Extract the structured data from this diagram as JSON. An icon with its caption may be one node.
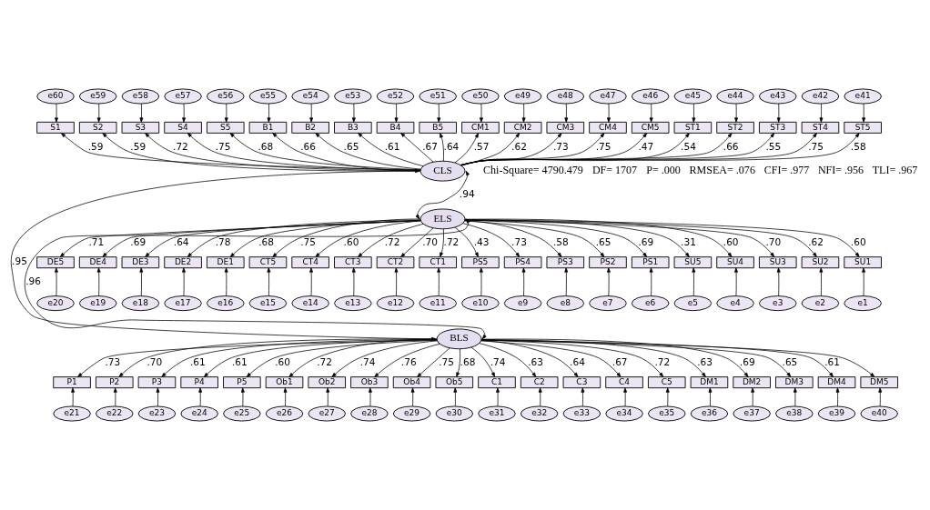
{
  "diagram": {
    "nodes": [
      {
        "text": [
          "CLS"
        ]
      },
      {
        "text": [
          "BLS"
        ]
      },
      {
        "text": [
          "ELS"
        ]
      },
      {
        "text": [
          "S1"
        ]
      },
      {
        "text": [
          "S2"
        ]
      },
      {
        "text": [
          "S3"
        ]
      },
      {
        "text": [
          "S4"
        ]
      },
      {
        "text": [
          "S5"
        ]
      },
      {
        "text": [
          "B1"
        ]
      },
      {
        "text": [
          "B2"
        ]
      },
      {
        "text": [
          "B3"
        ]
      },
      {
        "text": [
          "B4"
        ]
      },
      {
        "text": [
          "B5"
        ]
      },
      {
        "text": [
          "CM1"
        ]
      },
      {
        "text": [
          "CM2"
        ]
      },
      {
        "text": [
          "CM3"
        ]
      },
      {
        "text": [
          "CM4"
        ]
      },
      {
        "text": [
          "CM5"
        ]
      },
      {
        "text": [
          "ST1"
        ]
      },
      {
        "text": [
          "ST2"
        ]
      },
      {
        "text": [
          "ST3"
        ]
      },
      {
        "text": [
          "ST4"
        ]
      },
      {
        "text": [
          "ST5"
        ]
      },
      {
        "text": [
          "e60"
        ]
      },
      {
        "text": [
          "e59"
        ]
      },
      {
        "text": [
          "e58"
        ]
      },
      {
        "text": [
          "e57"
        ]
      },
      {
        "text": [
          "e56"
        ]
      },
      {
        "text": [
          "e55"
        ]
      },
      {
        "text": [
          "e54"
        ]
      },
      {
        "text": [
          "e53"
        ]
      },
      {
        "text": [
          "e52"
        ]
      },
      {
        "text": [
          "e51"
        ]
      },
      {
        "text": [
          "e50"
        ]
      },
      {
        "text": [
          "e49"
        ]
      },
      {
        "text": [
          "e48"
        ]
      },
      {
        "text": [
          "e47"
        ]
      },
      {
        "text": [
          "e46"
        ]
      },
      {
        "text": [
          "e45"
        ]
      },
      {
        "text": [
          "e44"
        ]
      },
      {
        "text": [
          "e43"
        ]
      },
      {
        "text": [
          "e42"
        ]
      },
      {
        "text": [
          "e41"
        ]
      },
      {
        "text": [
          "P1"
        ]
      },
      {
        "text": [
          "P2"
        ]
      },
      {
        "text": [
          "P3"
        ]
      },
      {
        "text": [
          "P4"
        ]
      },
      {
        "text": [
          "P5"
        ]
      },
      {
        "text": [
          "Ob1"
        ]
      },
      {
        "text": [
          "Ob2"
        ]
      },
      {
        "text": [
          "Ob3"
        ]
      },
      {
        "text": [
          "Ob4"
        ]
      },
      {
        "text": [
          "Ob5"
        ]
      },
      {
        "text": [
          "C1"
        ]
      },
      {
        "text": [
          "C2"
        ]
      },
      {
        "text": [
          "C3"
        ]
      },
      {
        "text": [
          "C4"
        ]
      },
      {
        "text": [
          "C5"
        ]
      },
      {
        "text": [
          "DM1"
        ]
      },
      {
        "text": [
          "DM2"
        ]
      },
      {
        "text": [
          "DM3"
        ]
      },
      {
        "text": [
          "DM4"
        ]
      },
      {
        "text": [
          "DM5"
        ]
      },
      {
        "text": [
          "e21"
        ]
      },
      {
        "text": [
          "e22"
        ]
      },
      {
        "text": [
          "e23"
        ]
      },
      {
        "text": [
          "e24"
        ]
      },
      {
        "text": [
          "e25"
        ]
      },
      {
        "text": [
          "e26"
        ]
      },
      {
        "text": [
          "e27"
        ]
      },
      {
        "text": [
          "e28"
        ]
      },
      {
        "text": [
          "e29"
        ]
      },
      {
        "text": [
          "e30"
        ]
      },
      {
        "text": [
          "e31"
        ]
      },
      {
        "text": [
          "e32"
        ]
      },
      {
        "text": [
          "e33"
        ]
      },
      {
        "text": [
          "e34"
        ]
      },
      {
        "text": [
          "e35"
        ]
      },
      {
        "text": [
          "e36"
        ]
      },
      {
        "text": [
          "e37"
        ]
      },
      {
        "text": [
          "e38"
        ]
      },
      {
        "text": [
          "e39"
        ]
      },
      {
        "text": [
          "e40"
        ]
      },
      {
        "text": [
          "DE5"
        ]
      },
      {
        "text": [
          "DE4"
        ]
      },
      {
        "text": [
          "DE3"
        ]
      },
      {
        "text": [
          "DE2"
        ]
      },
      {
        "text": [
          "DE1"
        ]
      },
      {
        "text": [
          "CT5"
        ]
      },
      {
        "text": [
          "CT4"
        ]
      },
      {
        "text": [
          "CT3"
        ]
      },
      {
        "text": [
          "CT2"
        ]
      },
      {
        "text": [
          "CT1"
        ]
      },
      {
        "text": [
          "PS5"
        ]
      },
      {
        "text": [
          "PS4"
        ]
      },
      {
        "text": [
          "PS3"
        ]
      },
      {
        "text": [
          "PS2"
        ]
      },
      {
        "text": [
          "PS1"
        ]
      },
      {
        "text": [
          "SU5"
        ]
      },
      {
        "text": [
          "SU4"
        ]
      },
      {
        "text": [
          "SU3"
        ]
      },
      {
        "text": [
          "SU2"
        ]
      },
      {
        "text": [
          "SU1"
        ]
      },
      {
        "text": [
          "e20"
        ]
      },
      {
        "text": [
          "e19"
        ]
      },
      {
        "text": [
          "e18"
        ]
      },
      {
        "text": [
          "e17"
        ]
      },
      {
        "text": [
          "e16"
        ]
      },
      {
        "text": [
          "e15"
        ]
      },
      {
        "text": [
          "e14"
        ]
      },
      {
        "text": [
          "e13"
        ]
      },
      {
        "text": [
          "e12"
        ]
      },
      {
        "text": [
          "e11"
        ]
      },
      {
        "text": [
          "e10"
        ]
      },
      {
        "text": [
          "e9"
        ]
      },
      {
        "text": [
          "e8"
        ]
      },
      {
        "text": [
          "e7"
        ]
      },
      {
        "text": [
          "e6"
        ]
      },
      {
        "text": [
          "e5"
        ]
      },
      {
        "text": [
          "e4"
        ]
      },
      {
        "text": [
          "e3"
        ]
      },
      {
        "text": [
          "e2"
        ]
      },
      {
        "text": [
          "e1"
        ]
      }
    ],
    "edges": [
      {
        "from": 0,
        "to": 1,
        "arrow": "both",
        "label": ".95"
      },
      {
        "from": 0,
        "to": 2,
        "arrow": "both",
        "label": ".94"
      },
      {
        "from": 2,
        "to": 1,
        "arrow": "both",
        "label": ".96"
      },
      {
        "from": 0,
        "to": 3,
        "arrow": "to",
        "label": ".59"
      },
      {
        "from": 0,
        "to": 4,
        "arrow": "to",
        "label": ".59"
      },
      {
        "from": 0,
        "to": 5,
        "arrow": "to",
        "label": ".72"
      },
      {
        "from": 0,
        "to": 6,
        "arrow": "to",
        "label": ".75"
      },
      {
        "from": 0,
        "to": 7,
        "arrow": "to",
        "label": ".68"
      },
      {
        "from": 0,
        "to": 8,
        "arrow": "to",
        "label": ".66"
      },
      {
        "from": 0,
        "to": 9,
        "arrow": "to",
        "label": ".65"
      },
      {
        "from": 0,
        "to": 10,
        "arrow": "to",
        "label": ".61"
      },
      {
        "from": 0,
        "to": 11,
        "arrow": "to",
        "label": ".67"
      },
      {
        "from": 0,
        "to": 12,
        "arrow": "to",
        "label": ".64"
      },
      {
        "from": 0,
        "to": 13,
        "arrow": "to",
        "label": ".57"
      },
      {
        "from": 0,
        "to": 14,
        "arrow": "to",
        "label": ".62"
      },
      {
        "from": 0,
        "to": 15,
        "arrow": "to",
        "label": ".73"
      },
      {
        "from": 0,
        "to": 16,
        "arrow": "to",
        "label": ".75"
      },
      {
        "from": 0,
        "to": 17,
        "arrow": "to",
        "label": ".47"
      },
      {
        "from": 0,
        "to": 18,
        "arrow": "to",
        "label": ".54"
      },
      {
        "from": 0,
        "to": 19,
        "arrow": "to",
        "label": ".66"
      },
      {
        "from": 0,
        "to": 20,
        "arrow": "to",
        "label": ".55"
      },
      {
        "from": 0,
        "to": 21,
        "arrow": "to",
        "label": ".75"
      },
      {
        "from": 0,
        "to": 22,
        "arrow": "to",
        "label": ".58"
      },
      {
        "from": 1,
        "to": 43,
        "arrow": "to",
        "label": ".73"
      },
      {
        "from": 1,
        "to": 44,
        "arrow": "to",
        "label": ".70"
      },
      {
        "from": 1,
        "to": 45,
        "arrow": "to",
        "label": ".61"
      },
      {
        "from": 1,
        "to": 46,
        "arrow": "to",
        "label": ".61"
      },
      {
        "from": 1,
        "to": 47,
        "arrow": "to",
        "label": ".60"
      },
      {
        "from": 1,
        "to": 48,
        "arrow": "to",
        "label": ".72"
      },
      {
        "from": 1,
        "to": 49,
        "arrow": "to",
        "label": ".74"
      },
      {
        "from": 1,
        "to": 50,
        "arrow": "to",
        "label": ".76"
      },
      {
        "from": 1,
        "to": 51,
        "arrow": "to",
        "label": ".75"
      },
      {
        "from": 1,
        "to": 52,
        "arrow": "to",
        "label": ".68"
      },
      {
        "from": 1,
        "to": 53,
        "arrow": "to",
        "label": ".74"
      },
      {
        "from": 1,
        "to": 54,
        "arrow": "to",
        "label": ".63"
      },
      {
        "from": 1,
        "to": 55,
        "arrow": "to",
        "label": ".64"
      },
      {
        "from": 1,
        "to": 56,
        "arrow": "to",
        "label": ".67"
      },
      {
        "from": 1,
        "to": 57,
        "arrow": "to",
        "label": ".72"
      },
      {
        "from": 1,
        "to": 58,
        "arrow": "to",
        "label": ".63"
      },
      {
        "from": 1,
        "to": 59,
        "arrow": "to",
        "label": ".69"
      },
      {
        "from": 1,
        "to": 60,
        "arrow": "to",
        "label": ".65"
      },
      {
        "from": 1,
        "to": 61,
        "arrow": "to",
        "label": ".61"
      },
      {
        "from": 1,
        "to": 62,
        "arrow": "to"
      },
      {
        "from": 2,
        "to": 83,
        "arrow": "to",
        "label": ".71"
      },
      {
        "from": 2,
        "to": 84,
        "arrow": "to",
        "label": ".69"
      },
      {
        "from": 2,
        "to": 85,
        "arrow": "to",
        "label": ".64"
      },
      {
        "from": 2,
        "to": 86,
        "arrow": "to",
        "label": ".78"
      },
      {
        "from": 2,
        "to": 87,
        "arrow": "to",
        "label": ".68"
      },
      {
        "from": 2,
        "to": 88,
        "arrow": "to",
        "label": ".75"
      },
      {
        "from": 2,
        "to": 89,
        "arrow": "to",
        "label": ".60"
      },
      {
        "from": 2,
        "to": 90,
        "arrow": "to",
        "label": ".72"
      },
      {
        "from": 2,
        "to": 91,
        "arrow": "to",
        "label": ".70"
      },
      {
        "from": 2,
        "to": 92,
        "arrow": "to",
        "label": ".72"
      },
      {
        "from": 2,
        "to": 93,
        "arrow": "to",
        "label": ".43"
      },
      {
        "from": 2,
        "to": 94,
        "arrow": "to",
        "label": ".73"
      },
      {
        "from": 2,
        "to": 95,
        "arrow": "to",
        "label": ".58"
      },
      {
        "from": 2,
        "to": 96,
        "arrow": "to",
        "label": ".65"
      },
      {
        "from": 2,
        "to": 97,
        "arrow": "to",
        "label": ".69"
      },
      {
        "from": 2,
        "to": 98,
        "arrow": "to",
        "label": ".31"
      },
      {
        "from": 2,
        "to": 99,
        "arrow": "to",
        "label": ".60"
      },
      {
        "from": 2,
        "to": 100,
        "arrow": "to",
        "label": ".70"
      },
      {
        "from": 2,
        "to": 101,
        "arrow": "to",
        "label": ".62"
      },
      {
        "from": 2,
        "to": 102,
        "arrow": "to",
        "label": ".60"
      },
      {
        "from": 23,
        "to": 3,
        "arrow": "to"
      },
      {
        "from": 24,
        "to": 4,
        "arrow": "to"
      },
      {
        "from": 25,
        "to": 5,
        "arrow": "to"
      },
      {
        "from": 26,
        "to": 6,
        "arrow": "to"
      },
      {
        "from": 27,
        "to": 7,
        "arrow": "to"
      },
      {
        "from": 28,
        "to": 8,
        "arrow": "to"
      },
      {
        "from": 29,
        "to": 9,
        "arrow": "to"
      },
      {
        "from": 30,
        "to": 10,
        "arrow": "to"
      },
      {
        "from": 31,
        "to": 11,
        "arrow": "to"
      },
      {
        "from": 32,
        "to": 12,
        "arrow": "to"
      },
      {
        "from": 33,
        "to": 13,
        "arrow": "to"
      },
      {
        "from": 34,
        "to": 14,
        "arrow": "to"
      },
      {
        "from": 35,
        "to": 15,
        "arrow": "to"
      },
      {
        "from": 36,
        "to": 16,
        "arrow": "to"
      },
      {
        "from": 37,
        "to": 17,
        "arrow": "to"
      },
      {
        "from": 38,
        "to": 18,
        "arrow": "to"
      },
      {
        "from": 39,
        "to": 19,
        "arrow": "to"
      },
      {
        "from": 40,
        "to": 20,
        "arrow": "to"
      },
      {
        "from": 41,
        "to": 21,
        "arrow": "to"
      },
      {
        "from": 42,
        "to": 22,
        "arrow": "to"
      },
      {
        "from": 63,
        "to": 43,
        "arrow": "to"
      },
      {
        "from": 64,
        "to": 44,
        "arrow": "to"
      },
      {
        "from": 65,
        "to": 45,
        "arrow": "to"
      },
      {
        "from": 66,
        "to": 46,
        "arrow": "to"
      },
      {
        "from": 67,
        "to": 47,
        "arrow": "to"
      },
      {
        "from": 68,
        "to": 48,
        "arrow": "to"
      },
      {
        "from": 69,
        "to": 49,
        "arrow": "to"
      },
      {
        "from": 70,
        "to": 50,
        "arrow": "to"
      },
      {
        "from": 71,
        "to": 51,
        "arrow": "to"
      },
      {
        "from": 72,
        "to": 52,
        "arrow": "to"
      },
      {
        "from": 73,
        "to": 53,
        "arrow": "to"
      },
      {
        "from": 74,
        "to": 54,
        "arrow": "to"
      },
      {
        "from": 75,
        "to": 55,
        "arrow": "to"
      },
      {
        "from": 76,
        "to": 56,
        "arrow": "to"
      },
      {
        "from": 77,
        "to": 57,
        "arrow": "to"
      },
      {
        "from": 78,
        "to": 58,
        "arrow": "to"
      },
      {
        "from": 79,
        "to": 59,
        "arrow": "to"
      },
      {
        "from": 80,
        "to": 60,
        "arrow": "to"
      },
      {
        "from": 81,
        "to": 61,
        "arrow": "to"
      },
      {
        "from": 82,
        "to": 62,
        "arrow": "to"
      },
      {
        "from": 103,
        "to": 83,
        "arrow": "to"
      },
      {
        "from": 104,
        "to": 84,
        "arrow": "to"
      },
      {
        "from": 105,
        "to": 85,
        "arrow": "to"
      },
      {
        "from": 106,
        "to": 86,
        "arrow": "to"
      },
      {
        "from": 107,
        "to": 87,
        "arrow": "to"
      },
      {
        "from": 108,
        "to": 88,
        "arrow": "to"
      },
      {
        "from": 109,
        "to": 89,
        "arrow": "to"
      },
      {
        "from": 110,
        "to": 90,
        "arrow": "to"
      },
      {
        "from": 111,
        "to": 91,
        "arrow": "to"
      },
      {
        "from": 112,
        "to": 92,
        "arrow": "to"
      },
      {
        "from": 113,
        "to": 93,
        "arrow": "to"
      },
      {
        "from": 114,
        "to": 94,
        "arrow": "to"
      },
      {
        "from": 115,
        "to": 95,
        "arrow": "to"
      },
      {
        "from": 116,
        "to": 96,
        "arrow": "to"
      },
      {
        "from": 117,
        "to": 97,
        "arrow": "to"
      },
      {
        "from": 118,
        "to": 98,
        "arrow": "to"
      },
      {
        "from": 119,
        "to": 99,
        "arrow": "to"
      },
      {
        "from": 120,
        "to": 100,
        "arrow": "to"
      },
      {
        "from": 121,
        "to": 101,
        "arrow": "to"
      },
      {
        "from": 122,
        "to": 102,
        "arrow": "to"
      }
    ],
    "labels": [
      "Chi-Square= 4790.479",
      "DF= 1707",
      "P= .000",
      "RMSEA= .076",
      "CFI= .977",
      "NFI= .956",
      "TLI= .967"
    ]
  }
}
